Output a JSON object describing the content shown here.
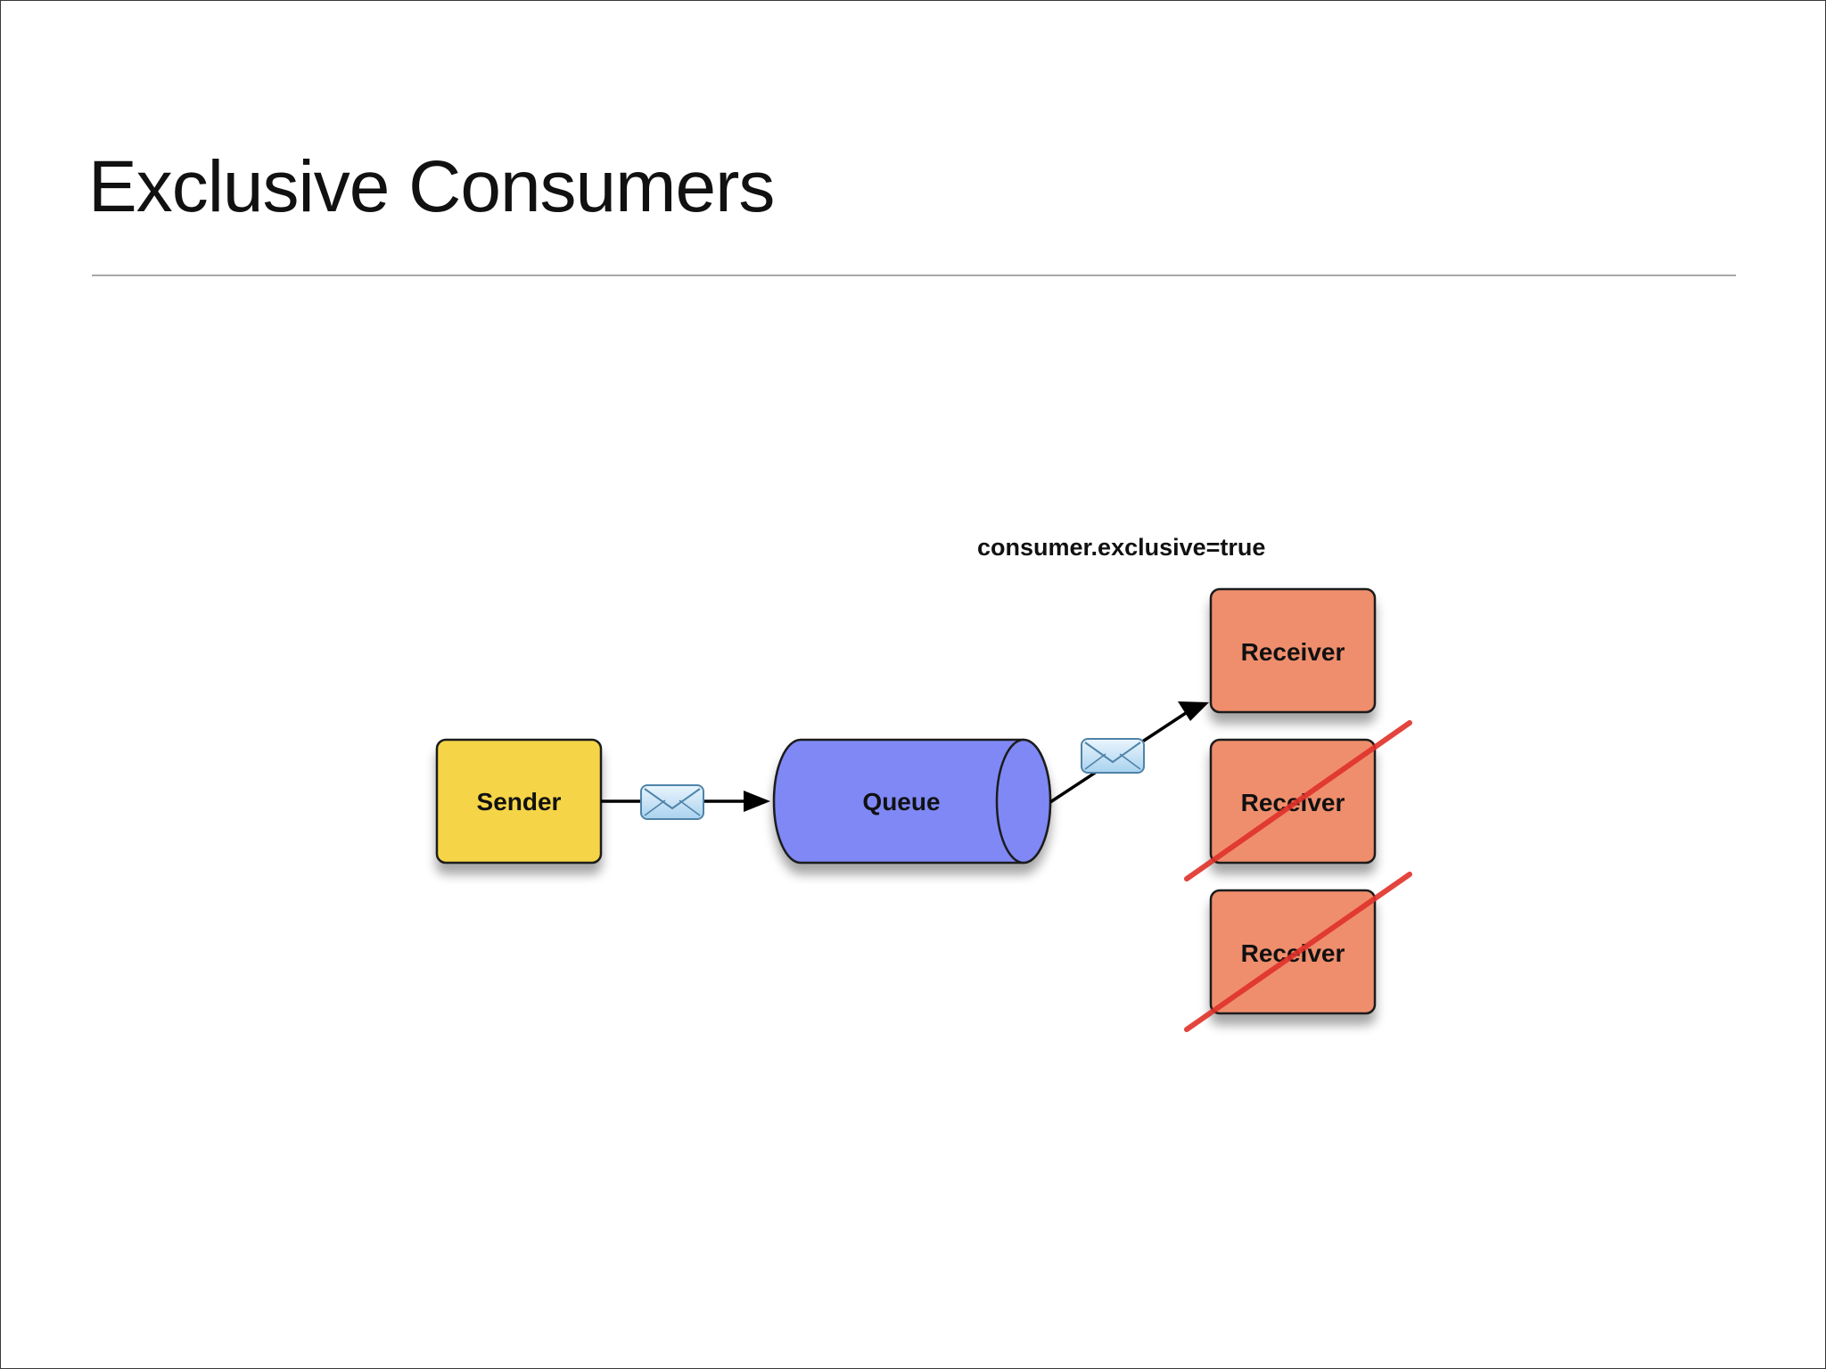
{
  "slide": {
    "title": "Exclusive Consumers"
  },
  "diagram": {
    "annotation": "consumer.exclusive=true",
    "sender": {
      "label": "Sender",
      "color": "#f5d547"
    },
    "queue": {
      "label": "Queue",
      "color": "#7f88f5"
    },
    "receivers": [
      {
        "label": "Receiver",
        "color": "#ef8e6d",
        "crossed_out": false
      },
      {
        "label": "Receiver",
        "color": "#ef8e6d",
        "crossed_out": true
      },
      {
        "label": "Receiver",
        "color": "#ef8e6d",
        "crossed_out": true
      }
    ],
    "strike_color": "#e0312a",
    "message_icon": "envelope-icon"
  }
}
